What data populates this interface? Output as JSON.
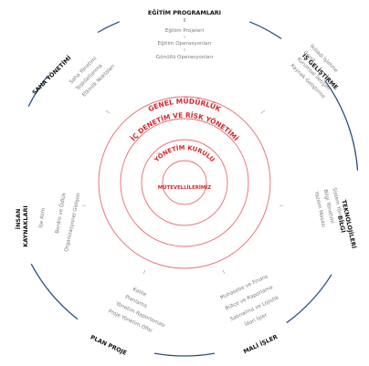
{
  "colors": {
    "ring_red": "#d7262b",
    "outer_blue": "#2c4f86",
    "text_gray": "#7a7a7a",
    "title_black": "#111111"
  },
  "rings": {
    "genel": "GENEL MÜDÜRLÜK",
    "ic_denetim": "İÇ DENETİM VE RİSK YÖNETİMİ",
    "yonetim_kurulu": "YÖNETİM KURULU",
    "mutevelliler": "MÜTEVELLİLERİMİZ"
  },
  "departments": {
    "egitim": {
      "title": "EĞİTİM PROGRAMLARI",
      "items": [
        "Eğitim Projeleri",
        "Eğitim Operasyonları",
        "Gönüllü Operasyonları"
      ]
    },
    "is_gelistirme": {
      "title": "İŞ GELİŞTİRME",
      "items": [
        "Kaynak Geliştirme",
        "Kurumsal İletişim",
        "Ceref",
        "İkiliadi İşletme"
      ]
    },
    "bilgi": {
      "title_lines": [
        "BİLGİ",
        "TEKNOLOJİLERİ"
      ],
      "items": [
        "Sistem Yönetimi",
        "Bilgi Yönetimi",
        "Yazılım Masası"
      ]
    },
    "mali": {
      "title": "MALİ İŞLER",
      "items": [
        "Muhasebe ve Finans",
        "Bütçe ve Raporlama",
        "Satınalma ve Lojistik",
        "İdari İşler"
      ]
    },
    "plan": {
      "title": "PLAN PROJE",
      "items": [
        "Kalite",
        "Planlama",
        "Yönetim Raporlaması",
        "Proje Yönetim Ofisi"
      ]
    },
    "insan": {
      "title_lines": [
        "İNSAN",
        "KAYNAKLARI"
      ],
      "items": [
        "İşe Alım",
        "Bordro ve Ödlük",
        "Organizasyonel Gelişim"
      ]
    },
    "saha": {
      "title": "SAHA YÖNETİMİ",
      "items": [
        "Saha Yönetimi",
        "Teşkilatlanma",
        "Etkinlik Noktaları"
      ]
    }
  }
}
